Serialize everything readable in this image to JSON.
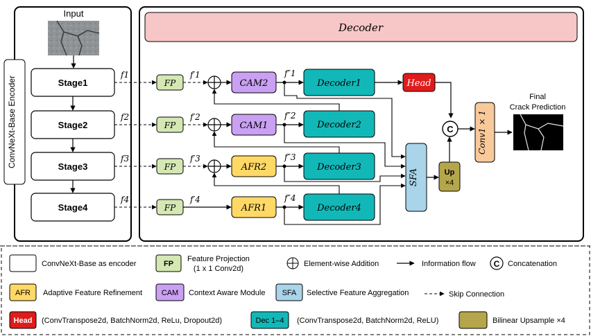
{
  "encoder": {
    "side_label": "ConvNeXt-Base Encoder",
    "input_label": "Input",
    "stages": [
      "Stage1",
      "Stage2",
      "Stage3",
      "Stage4"
    ],
    "features": [
      "f1",
      "f2",
      "f3",
      "f4"
    ],
    "projected": [
      "f′1",
      "f′2",
      "f′3",
      "f′4"
    ]
  },
  "decoder": {
    "title": "Decoder",
    "fp_label": "FP",
    "modules": [
      "CAM2",
      "CAM1",
      "AFR2",
      "AFR1"
    ],
    "refined": [
      "f″1",
      "f″2",
      "f″3",
      "f″4"
    ],
    "decoder_blocks": [
      "Decoder1",
      "Decoder2",
      "Decoder3",
      "Decoder4"
    ],
    "head_label": "Head",
    "sfa_label": "SFA",
    "up_label": "Up",
    "up_factor": "×4",
    "concat_symbol": "C",
    "conv_label": "Conv1 × 1",
    "output_title_line1": "Final",
    "output_title_line2": "Crack Prediction"
  },
  "legend": {
    "encoder_desc": "ConvNeXt-Base as encoder",
    "fp_label": "FP",
    "fp_desc_line1": "Feature Projection",
    "fp_desc_line2": "(1 x 1 Conv2d)",
    "addition_desc": "Element-wise Addition",
    "flow_desc": "Information flow",
    "concat_symbol": "C",
    "concat_desc": "Concatenation",
    "afr_label": "AFR",
    "afr_desc": "Adaptive Feature Refinement",
    "cam_label": "CAM",
    "cam_desc": "Context Aware Module",
    "sfa_label": "SFA",
    "sfa_desc": "Selective Feature Aggregation",
    "skip_desc": "Skip Connection",
    "head_label": "Head",
    "head_desc": "(ConvTranspose2d, BatchNorm2d, ReLu, Dropout2d)",
    "dec_label": "Dec 1–4",
    "dec_desc": "(ConvTranspose2d, BatchNorm2d, ReLU)",
    "up_desc": "Bilinear Upsample ×4"
  },
  "colors": {
    "fp": "#d5e8b4",
    "cam": "#c9a0f2",
    "afr": "#ffd966",
    "decoder_block": "#12b8b8",
    "head": "#e01b1b",
    "sfa": "#a9d4ea",
    "up": "#b5a64c",
    "conv": "#f9c99a",
    "decoder_banner": "#f7c6c6"
  }
}
